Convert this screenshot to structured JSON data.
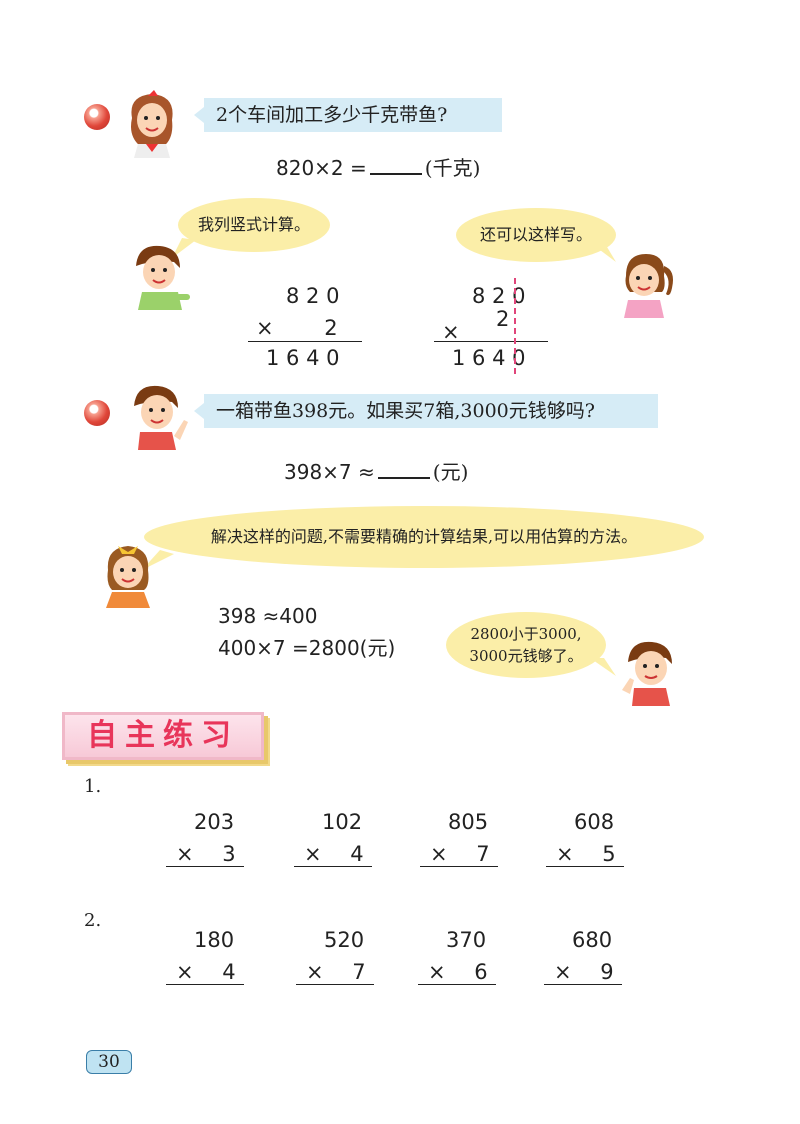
{
  "q1": {
    "question": "2个车间加工多少千克带鱼?",
    "equation_left": "820×2 =",
    "equation_unit": "(千克)",
    "bubble_left": "我列竖式计算。",
    "bubble_right": "还可以这样写。",
    "calc_a": {
      "top": "8 2 0",
      "mult": "× 2",
      "result": "1 6 4 0"
    },
    "calc_b": {
      "top": "8 2 0",
      "mult_sign": "×",
      "mult_digit": "2",
      "result": "1 6 4 0"
    }
  },
  "q2": {
    "question": "一箱带鱼398元。如果买7箱,3000元钱够吗?",
    "equation_left": "398×7 ≈",
    "equation_unit": "(元)",
    "bubble_long": "解决这样的问题,不需要精确的计算结果,可以用估算的方法。",
    "est_line1": "398 ≈400",
    "est_line2": "400×7 =2800(元)",
    "bubble_small_line1": "2800小于3000,",
    "bubble_small_line2": "3000元钱够了。"
  },
  "practice": {
    "title": "自主练习",
    "ex1_label": "1.",
    "ex1": [
      {
        "top": "203",
        "mult": "× 3"
      },
      {
        "top": "102",
        "mult": "× 4"
      },
      {
        "top": "805",
        "mult": "× 7"
      },
      {
        "top": "608",
        "mult": "× 5"
      }
    ],
    "ex2_label": "2.",
    "ex2": [
      {
        "top": "180",
        "mult": "× 4"
      },
      {
        "top": "520",
        "mult": "× 7"
      },
      {
        "top": "370",
        "mult": "× 6"
      },
      {
        "top": "680",
        "mult": "× 9"
      }
    ]
  },
  "page_number": "30",
  "colors": {
    "banner": "#d6ecf6",
    "bubble": "#fbeea8",
    "accent": "#e8355a",
    "dash": "#e0457a"
  }
}
